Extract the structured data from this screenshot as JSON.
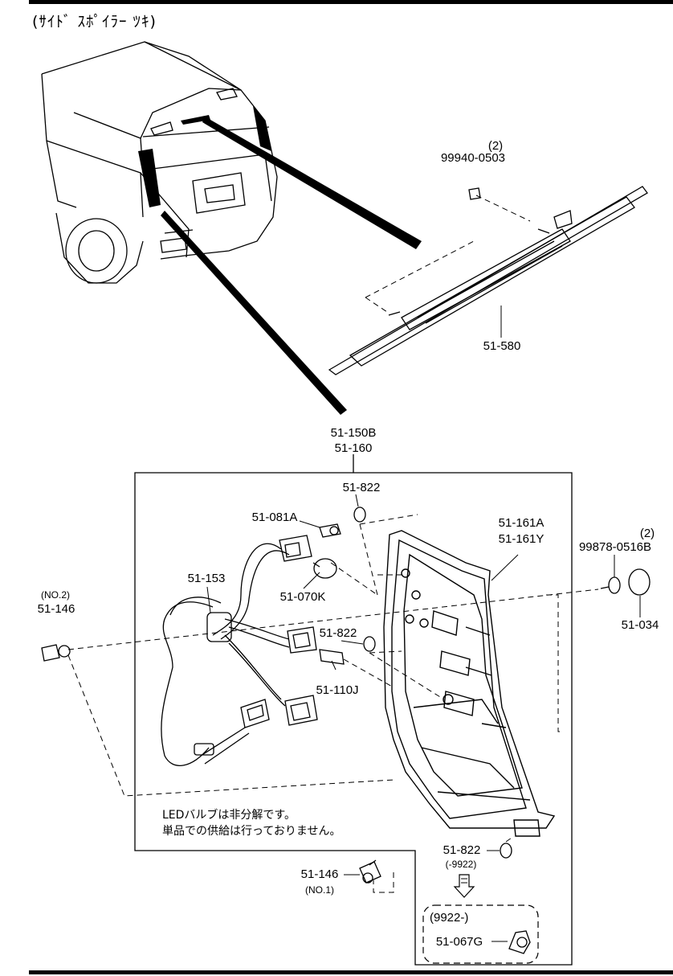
{
  "header": "(ｻｲﾄﾞ ｽﾎﾟｲﾗｰ ﾂｷ)",
  "labels": {
    "screw_qty": "(2)",
    "screw_pn": "99940-0503",
    "spoiler_lamp": "51-580",
    "combo_a": "51-150B",
    "combo_b": "51-160",
    "grommet_top": "51-822",
    "socket_081a": "51-081A",
    "lens_a": "51-161A",
    "lens_y": "51-161Y",
    "bolt_qty": "(2)",
    "bolt_pn": "99878-0516B",
    "cap": "51-034",
    "harness": "51-153",
    "bulb_070k": "51-070K",
    "no2_tag": "(NO.2)",
    "socket_146_no2": "51-146",
    "grommet_mid": "51-822",
    "bulb_110j": "51-110J",
    "note_line1": "LEDバルブは非分解です。",
    "note_line2": "単品での供給は行っておりません。",
    "grommet_bot": "51-822",
    "range_to": "(-9922)",
    "socket_146_no1": "51-146",
    "no1_tag": "(NO.1)",
    "range_from": "(9922-)",
    "clip": "51-067G"
  }
}
